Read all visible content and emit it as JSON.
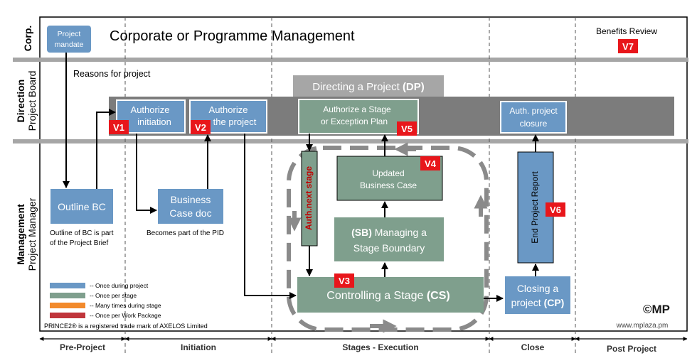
{
  "rows": {
    "corp": "Corp.",
    "direction": "Direction",
    "direction_sub": "Project Board",
    "management": "Management",
    "management_sub": "Project Manager"
  },
  "corporate": {
    "title": "Corporate or Programme Management",
    "project_mandate_line1": "Project",
    "project_mandate_line2": "mandate",
    "benefits_review": "Benefits Review"
  },
  "reasons_for_project": "Reasons for project",
  "directing": {
    "title_plain": "Directing a Project ",
    "title_bold": "(DP)",
    "authorize_initiation_line1": "Authorize",
    "authorize_initiation_line2": "initiation",
    "authorize_project_line1": "Authorize",
    "authorize_project_line2": "the project",
    "authorize_stage_line1": "Authorize a Stage",
    "authorize_stage_line2": "or Exception Plan",
    "auth_closure_line1": "Auth. project",
    "auth_closure_line2": "closure"
  },
  "management": {
    "outline_bc": "Outline BC",
    "outline_note_line1": "Outline of BC  is part",
    "outline_note_line2": "of the Project Brief",
    "business_case_line1": "Business",
    "business_case_line2": "Case doc",
    "pid_note": "Becomes part of the PID",
    "updated_bc_line1": "Updated",
    "updated_bc_line2": "Business Case",
    "sb_line1_bold": "(SB)",
    "sb_line1_plain": " Managing a",
    "sb_line2": "Stage Boundary",
    "cs_plain": "Controlling a Stage ",
    "cs_bold": "(CS)",
    "auth_next_stage": "Auth.next stage",
    "end_project_report": "End Project Report",
    "closing_line1": "Closing a",
    "closing_line2_plain": "project ",
    "closing_line2_bold": "(CP)"
  },
  "badges": {
    "v1": "V1",
    "v2": "V2",
    "v3": "V3",
    "v4": "V4",
    "v5": "V5",
    "v6": "V6",
    "v7": "V7"
  },
  "legend": [
    {
      "color": "#6a98c5",
      "label": "-- Once during project"
    },
    {
      "color": "#7f9f8d",
      "label": "-- Once per stage"
    },
    {
      "color": "#f28a2c",
      "label": "-- Many times during stage"
    },
    {
      "color": "#c0353b",
      "label": "-- Once per Work Package"
    }
  ],
  "trademark": "PRINCE2® is a registered trade mark of AXELOS Limited",
  "logo_text": "©MP",
  "website": "www.mplaza.pm",
  "phases": [
    "Pre-Project",
    "Initiation",
    "Stages - Execution",
    "Close",
    "Post Project"
  ],
  "colors": {
    "blue": "#6a98c5",
    "green": "#7f9f8d",
    "red_badge": "#e8161b",
    "band_grey": "#7c7c7c",
    "dark_red_text": "#c00000"
  }
}
